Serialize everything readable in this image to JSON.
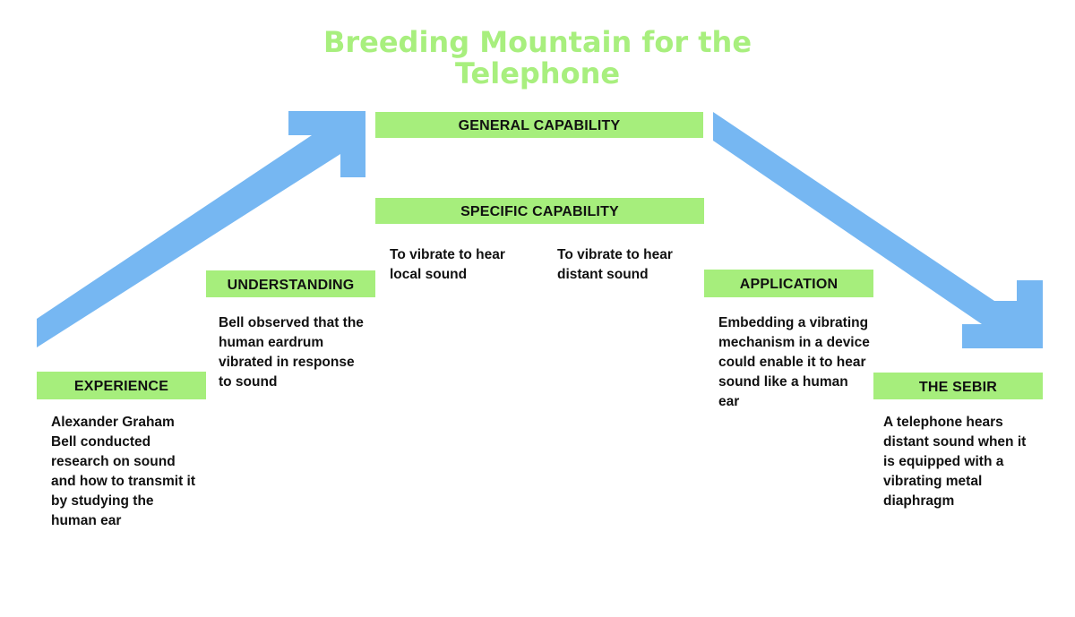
{
  "title": "Breeding Mountain for the Telephone",
  "colors": {
    "title": "#a8ef7e",
    "label_fill": "#a6ee7c",
    "arrow": "#76b7f2",
    "text": "#111111"
  },
  "icons": [
    "arrow-up-right-icon",
    "arrow-down-right-icon"
  ],
  "stages": {
    "experience": {
      "label": "EXPERIENCE",
      "text": "Alexander Graham Bell conducted research on sound and how to transmit it by studying the human ear"
    },
    "understanding": {
      "label": "UNDERSTANDING",
      "text": "Bell observed that the human eardrum vibrated in response to sound"
    },
    "general_capability": {
      "label": "GENERAL CAPABILITY"
    },
    "specific_capability": {
      "label": "SPECIFIC CAPABILITY",
      "items": [
        "To vibrate to hear local sound",
        "To vibrate to hear distant sound"
      ]
    },
    "application": {
      "label": "APPLICATION",
      "text": "Embedding a vibrating mechanism in a device could enable it to hear sound like a human ear"
    },
    "the_sebir": {
      "label": "THE SEBIR",
      "text": "A telephone hears distant sound when it is equipped with a vibrating metal diaphragm"
    }
  }
}
